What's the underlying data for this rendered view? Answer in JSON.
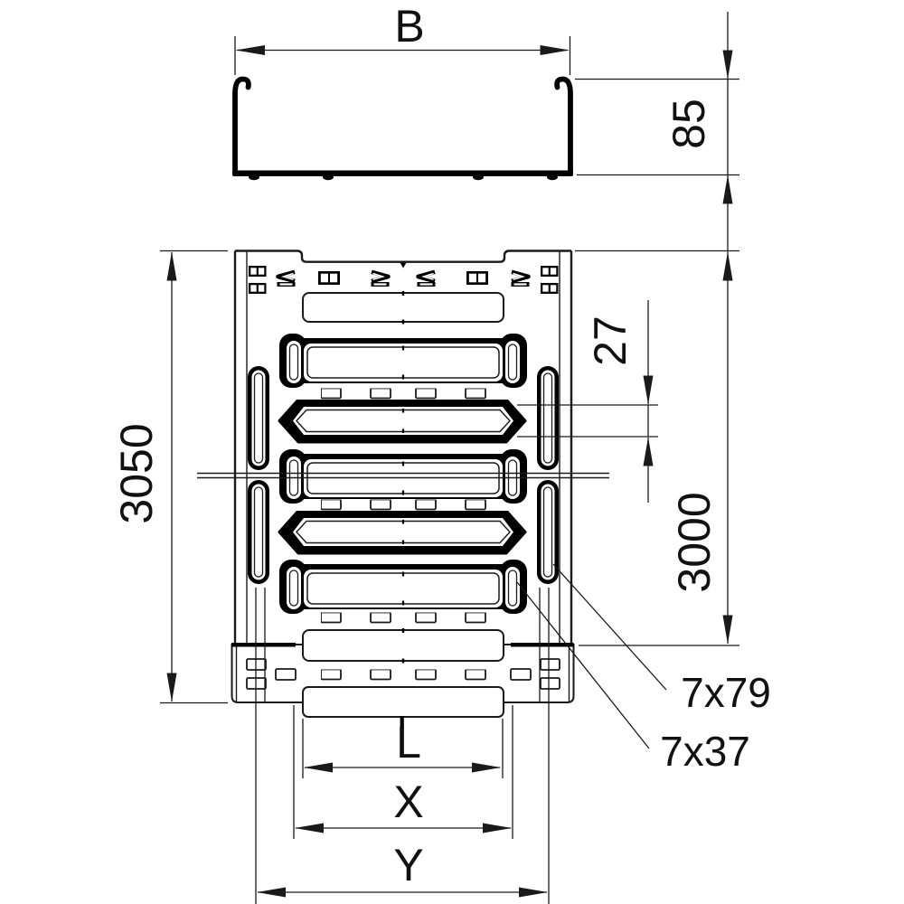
{
  "drawing": {
    "title": "cable-tray-technical-drawing",
    "background": "#ffffff",
    "line_color": "#1a1a1a",
    "dimensions": {
      "width_label": "B",
      "height_label": "85",
      "total_length": "3050",
      "usable_length": "3000",
      "perforation_pitch": "27",
      "side_slot_size": "7x79",
      "end_slot_size": "7x37",
      "inner_length_label": "L",
      "coupler_x_label": "X",
      "coupler_y_label": "Y"
    }
  }
}
